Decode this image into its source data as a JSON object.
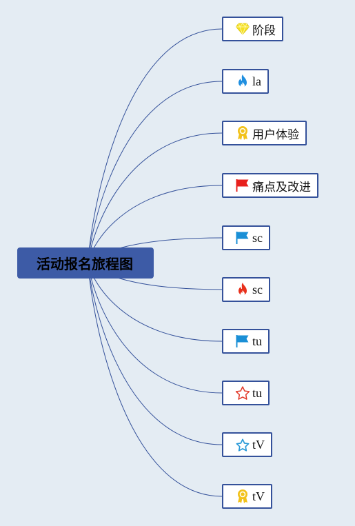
{
  "mindmap": {
    "root": {
      "label": "活动报名旅程图"
    },
    "branches": [
      {
        "id": "stage",
        "label": "阶段",
        "icon": "diamond-icon",
        "script": "cn"
      },
      {
        "id": "la",
        "label": "la",
        "icon": "fire-icon-blue",
        "script": "en"
      },
      {
        "id": "ux",
        "label": "用户体验",
        "icon": "award-icon",
        "script": "cn"
      },
      {
        "id": "pain",
        "label": "痛点及改进",
        "icon": "flag-icon-red",
        "script": "cn"
      },
      {
        "id": "sc1",
        "label": "sc",
        "icon": "flag-icon-blue",
        "script": "en"
      },
      {
        "id": "sc2",
        "label": "sc",
        "icon": "fire-icon-red",
        "script": "en"
      },
      {
        "id": "tu1",
        "label": "tu",
        "icon": "flag-icon-blue",
        "script": "en"
      },
      {
        "id": "tu2",
        "label": "tu",
        "icon": "star-icon-red",
        "script": "en"
      },
      {
        "id": "tv1",
        "label": "tV",
        "icon": "star-icon-blue",
        "script": "en"
      },
      {
        "id": "tv2",
        "label": "tV",
        "icon": "award-icon",
        "script": "en"
      }
    ]
  },
  "colors": {
    "background": "#e4ecf3",
    "root_fill": "#3d5ba6",
    "node_border": "#34519a",
    "link": "#34519a",
    "diamond": "#f5e023",
    "fire_blue": "#1f8fe0",
    "fire_red": "#e8301c",
    "flag_red": "#e8201c",
    "flag_blue": "#1a8fd6",
    "award": "#f2c21b",
    "star_red": "#e23a2a",
    "star_blue": "#2a9ad8"
  }
}
